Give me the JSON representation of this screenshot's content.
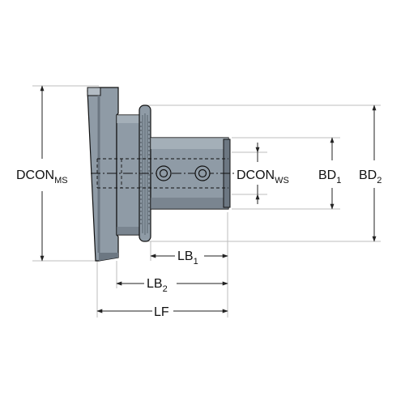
{
  "colors": {
    "body_fill": "#8f9ba6",
    "body_shade": "#6c7782",
    "body_light": "#b3bcc4",
    "outline": "#111111",
    "dimension_line": "#222222",
    "extension_line": "#bdbdbd",
    "background": "#ffffff"
  },
  "labels": {
    "dcon_ms": {
      "main": "DCON",
      "sub": "MS"
    },
    "dcon_ws": {
      "main": "DCON",
      "sub": "WS"
    },
    "bd1": {
      "main": "BD",
      "sub": "1"
    },
    "bd2": {
      "main": "BD",
      "sub": "2"
    },
    "lb1": {
      "main": "LB",
      "sub": "1"
    },
    "lb2": {
      "main": "LB",
      "sub": "2"
    },
    "lf": {
      "main": "LF"
    }
  }
}
